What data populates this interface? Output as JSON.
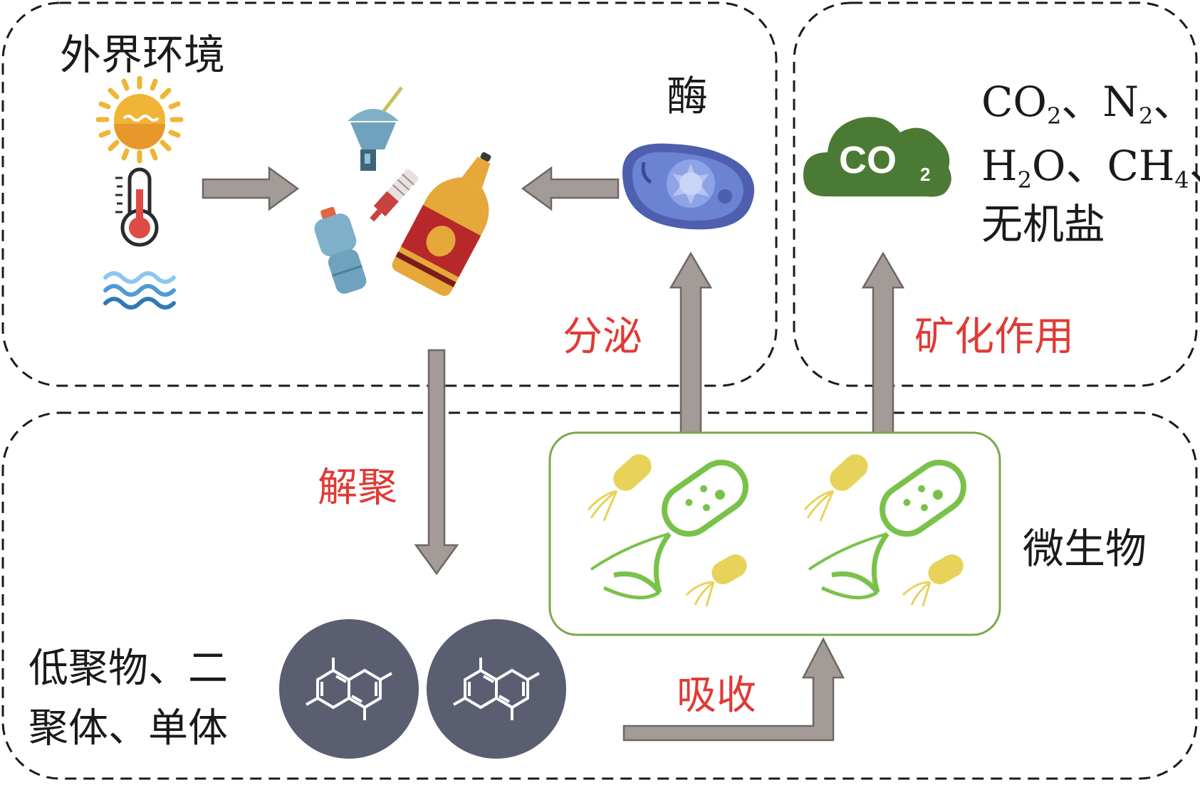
{
  "regions": {
    "environment_title": "外界环境",
    "enzyme_label": "酶",
    "products_line1": [
      "CO",
      "2",
      "、N",
      "2",
      "、"
    ],
    "products_line2": [
      "H",
      "2",
      "O、CH",
      "4",
      "、"
    ],
    "products_line3": "无机盐",
    "co2_icon_text": [
      "CO",
      "2"
    ],
    "microbe_label": "微生物",
    "oligomer_line1": "低聚物、二",
    "oligomer_line2": "聚体、单体"
  },
  "processes": {
    "secretion": "分泌",
    "mineralization": "矿化作用",
    "depolymerization": "解聚",
    "absorption": "吸收"
  },
  "colors": {
    "arrow": "#a39b98",
    "arrow_edge": "#6f6764",
    "process_text": "#e03a34",
    "microbe_box": "#7aa84a",
    "bacterium": "#79c24a",
    "small_bacterium": "#e8d35a",
    "cloud": "#4b7a35",
    "molecule_bg": "#5b5e70",
    "enzyme_outer": "#5a6fc0",
    "enzyme_inner": "#8ea3e6",
    "sun": "#f0b436",
    "water": "#4f9ad6",
    "thermometer_bulb": "#e04a45"
  }
}
